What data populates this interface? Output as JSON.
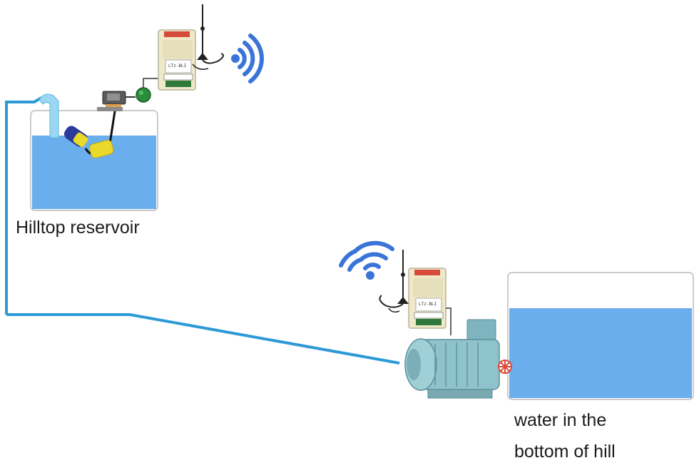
{
  "labels": {
    "hilltop_reservoir": "Hilltop reservoir",
    "bottom_line_1": "water in the",
    "bottom_line_2": "bottom of hill"
  },
  "device": {
    "model_text": "LTz-BLI"
  },
  "colors": {
    "water": "#6aaeee",
    "pipe": "#2d9ad6",
    "wifi": "#3b74d8",
    "motor": "#8fc3cc",
    "float_yellow": "#e8d92a",
    "float_blue": "#2a3a9a",
    "sensor_green": "#2b8c3a",
    "relay_body": "#efe9c8",
    "relay_red": "#d84a3a",
    "terminal_green": "#2f7a3a"
  },
  "icons": [
    "wifi-signal-icon",
    "antenna-icon",
    "float-switch-icon",
    "solenoid-valve-icon",
    "pump-motor-icon",
    "valve-flower-icon"
  ]
}
